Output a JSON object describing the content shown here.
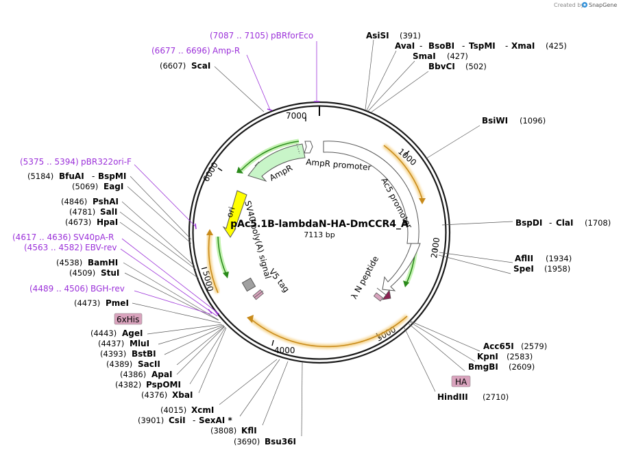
{
  "credit": {
    "prefix": "Created by",
    "brand": "SnapGene"
  },
  "plasmid": {
    "name": "pAc5.1B-lambdaN-HA-DmCCR4_A",
    "length": "7113 bp"
  },
  "ticks": [
    "1000",
    "2000",
    "3000",
    "4000",
    "5000",
    "6000",
    "7000"
  ],
  "features": {
    "ampr": "AmpR",
    "ampr_promoter": "AmpR promoter",
    "ac5_promoter": "Ac5 promoter",
    "ori": "ori",
    "sv40": "SV40 poly(A) signal",
    "v5": "V5 tag",
    "lambda": "λ N peptide",
    "ha": "HA",
    "his": "6xHis"
  },
  "enzymes": {
    "asisi": {
      "name": "AsiSI",
      "pos": "(391)"
    },
    "avai": {
      "name": "AvaI",
      "pos": "(425)"
    },
    "bsobi": {
      "name": "BsoBI"
    },
    "tspmi": {
      "name": "TspMI"
    },
    "xmai": {
      "name": "XmaI"
    },
    "smai": {
      "name": "SmaI",
      "pos": "(427)"
    },
    "bbvci": {
      "name": "BbvCI",
      "pos": "(502)"
    },
    "bsiwi": {
      "name": "BsiWI",
      "pos": "(1096)"
    },
    "bspdi": {
      "name": "BspDI",
      "pos": "(1708)"
    },
    "clai": {
      "name": "ClaI"
    },
    "aflii": {
      "name": "AflII",
      "pos": "(1934)"
    },
    "spei": {
      "name": "SpeI",
      "pos": "(1958)"
    },
    "acc65i": {
      "name": "Acc65I",
      "pos": "(2579)"
    },
    "kpni": {
      "name": "KpnI",
      "pos": "(2583)"
    },
    "bmgbi": {
      "name": "BmgBI",
      "pos": "(2609)"
    },
    "hindiii": {
      "name": "HindIII",
      "pos": "(2710)"
    },
    "bsu36i": {
      "name": "Bsu36I",
      "pos": "(3690)"
    },
    "kfli": {
      "name": "KflI",
      "pos": "(3808)"
    },
    "csii": {
      "name": "CsiI",
      "pos": "(3901)"
    },
    "sexai": {
      "name": "SexAI *"
    },
    "xcmi": {
      "name": "XcmI",
      "pos": "(4015)"
    },
    "xbai": {
      "name": "XbaI",
      "pos": "(4376)"
    },
    "pspomi": {
      "name": "PspOMI",
      "pos": "(4382)"
    },
    "apai": {
      "name": "ApaI",
      "pos": "(4386)"
    },
    "sacii": {
      "name": "SacII",
      "pos": "(4389)"
    },
    "bstbi": {
      "name": "BstBI",
      "pos": "(4393)"
    },
    "mlui": {
      "name": "MluI",
      "pos": "(4437)"
    },
    "agei": {
      "name": "AgeI",
      "pos": "(4443)"
    },
    "pmei": {
      "name": "PmeI",
      "pos": "(4473)"
    },
    "stui": {
      "name": "StuI",
      "pos": "(4509)"
    },
    "bamhi": {
      "name": "BamHI",
      "pos": "(4538)"
    },
    "hpai": {
      "name": "HpaI",
      "pos": "(4673)"
    },
    "sali": {
      "name": "SalI",
      "pos": "(4781)"
    },
    "pshai": {
      "name": "PshAI",
      "pos": "(4846)"
    },
    "eagi": {
      "name": "EagI",
      "pos": "(5069)"
    },
    "bfuai": {
      "name": "BfuAI",
      "pos": "(5184)"
    },
    "bspmi": {
      "name": "BspMI"
    },
    "scai": {
      "name": "ScaI",
      "pos": "(6607)"
    }
  },
  "primers": {
    "pbrforeco": {
      "range": "(7087 .. 7105)",
      "name": "pBRforEco"
    },
    "ampr": {
      "range": "(6677 .. 6696)",
      "name": "Amp-R"
    },
    "pbr322": {
      "range": "(5375 .. 5394)",
      "name": "pBR322ori-F"
    },
    "sv40pa": {
      "range": "(4617 .. 4636)",
      "name": "SV40pA-R"
    },
    "ebv": {
      "range": "(4563 .. 4582)",
      "name": "EBV-rev"
    },
    "bgh": {
      "range": "(4489 .. 4506)",
      "name": "BGH-rev"
    }
  },
  "colors": {
    "backbone": "#1a1a1a",
    "primer": "#9b30d9",
    "promoter": "#ffffff",
    "ampr": "#c8f5c8",
    "ori": "#ffff00",
    "tag": "#d9a3bd",
    "lambda": "#8b2252",
    "v5": "#a0a0a0",
    "orf": "#e8a33b"
  }
}
